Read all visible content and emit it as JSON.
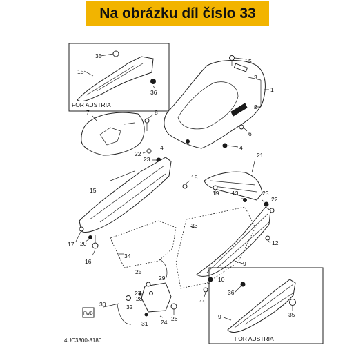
{
  "banner": {
    "text": "Na obrázku díl číslo 33",
    "color": "#f2b400"
  },
  "diagram_code": "4UC3300-8180",
  "boxes": {
    "top_left_label": "FOR AUSTRIA",
    "bottom_right_label": "FOR AUSTRIA"
  },
  "fwd_label": "FWD",
  "callouts": [
    "35",
    "15",
    "36",
    "5",
    "3",
    "1",
    "2",
    "6",
    "7",
    "8",
    "4",
    "22",
    "23",
    "4",
    "21",
    "15",
    "18",
    "19",
    "13",
    "23",
    "22",
    "33",
    "17",
    "20",
    "16",
    "34",
    "12",
    "9",
    "25",
    "29",
    "10",
    "27",
    "28",
    "32",
    "11",
    "31",
    "30",
    "24",
    "26",
    "36",
    "9",
    "35"
  ],
  "highlighted_part": "33"
}
